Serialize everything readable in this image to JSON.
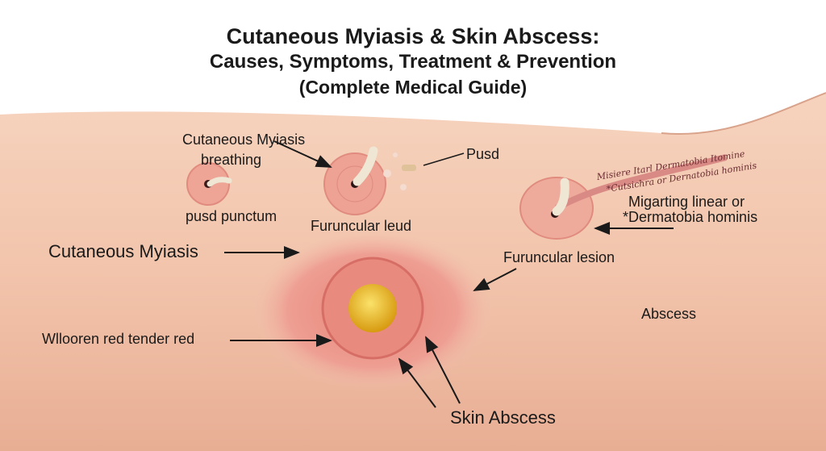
{
  "header": {
    "title_line1": "Cutaneous Myiasis & Skin Abscess:",
    "title_line2": "Causes, Symptoms, Treatment & Prevention",
    "title_line3": "(Complete Medical Guide)"
  },
  "labels": {
    "cm_breathing_1": "Cutaneous Myiasis",
    "cm_breathing_2": "breathing",
    "pusd_punctum": "pusd punctum",
    "pusd": "Pusd",
    "furuncular_leud": "Furuncular leud",
    "migrating_1": "Migarting linear or",
    "migrating_2": "*Dermatobia hominis",
    "tract_text_1": "Misiere Itarl Dermatobia Itomine",
    "tract_text_2": "*Cutsichra or Dernatobia hominis",
    "cutaneous_myiasis": "Cutaneous Myiasis",
    "furuncular_lesion": "Furuncular lesion",
    "abscess": "Abscess",
    "red_tender": "Wllooren red tender red",
    "skin_abscess": "Skin Abscess"
  },
  "colors": {
    "skin": "#f2c6ae",
    "lesion": "#e9998f",
    "pus": "#f0c020"
  }
}
